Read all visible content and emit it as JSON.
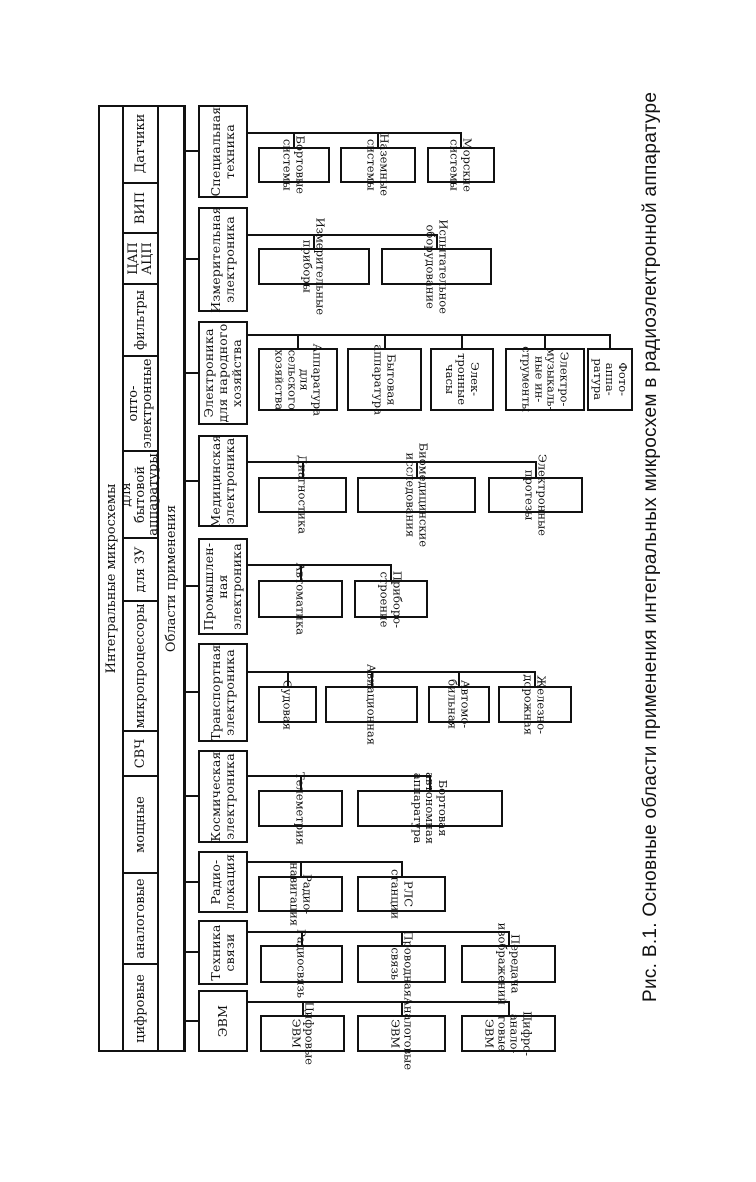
{
  "header": {
    "title": "Интегральные микросхемы",
    "areas_title": "Области применения"
  },
  "types": [
    "цифровые",
    "аналоговые",
    "мощные",
    "СВЧ",
    "микропроцессоры",
    "для ЗУ",
    "для бытовой\nаппаратуры",
    "опто-\nэлектронные",
    "фильтры",
    "ЦАП\nАЦП",
    "ВИП",
    "Датчики"
  ],
  "areas": [
    {
      "label": "ЭВМ",
      "children": [
        "Цифровые\nЭВМ",
        "Аналоговые\nЭВМ",
        "Цифро-анало-\nговые ЭВМ"
      ]
    },
    {
      "label": "Техника\nсвязи",
      "children": [
        "Радиосвязь",
        "Проводная\nсвязь",
        "Передача\nизображений"
      ]
    },
    {
      "label": "Радио-\nлокация",
      "children": [
        "Радио-\nнавигация",
        "РЛС\nстанции"
      ]
    },
    {
      "label": "Космическая\nэлектроника",
      "children": [
        "Телеметрия",
        "Бортовая автономная\nаппаратура"
      ]
    },
    {
      "label": "Транспортная\nэлектроника",
      "children": [
        "Судовая",
        "Авиационная",
        "Автомо-\nбильная",
        "Железно-\nдорожная"
      ]
    },
    {
      "label": "Промышлен-\nная\nэлектроника",
      "children": [
        "Автоматика",
        "Приборо-\nстроение"
      ]
    },
    {
      "label": "Медицинская\nэлектроника",
      "children": [
        "Диагностика",
        "Биомедицинские\nисследования",
        "Электронные\nпротезы"
      ]
    },
    {
      "label": "Электроника\nдля народного\nхозяйства",
      "children": [
        "Аппаратура\nдля\nсельского\nхозяйства",
        "Бытовая\nаппаратура",
        "Элек-\nтронные\nчасы",
        "Электро-\nмузыкаль-\nные ин-\nструменты",
        "Фото-\nаппа-\nратура"
      ]
    },
    {
      "label": "Измерительная\nэлектроника",
      "children": [
        "Измерительные\nприборы",
        "Испытательное\nоборудование"
      ]
    },
    {
      "label": "Специальная\nтехника",
      "children": [
        "Бортовые\nсистемы",
        "Наземные\nсистемы",
        "Морские\nсистемы"
      ]
    }
  ],
  "caption": "Рис. В.1. Основные области применения интегральных микросхем в радиоэлектронной аппаратуре"
}
